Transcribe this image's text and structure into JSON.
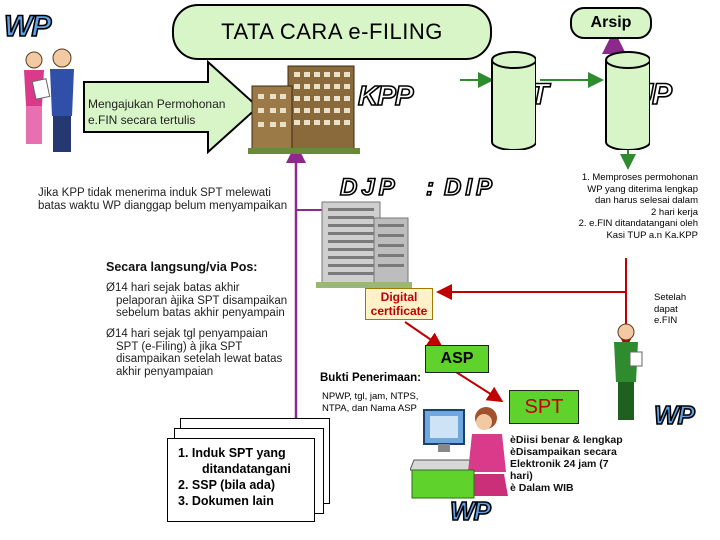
{
  "title": "TATA CARA e-FILING",
  "arsip": "Arsip",
  "stamps": {
    "wp_top": "WP",
    "kpp": "KPP",
    "tpt": "TPT",
    "tup": "TUP",
    "djp": "DJP",
    "dip": "DIP",
    "wp_right": "WP",
    "wp_bottom": "WP"
  },
  "arrow_text": [
    "Mengajukan Permohonan",
    "e.FIN secara tertulis"
  ],
  "note_kpp": [
    "Jika KPP tidak menerima induk SPT melewati",
    "batas waktu WP dianggap belum menyampaikan"
  ],
  "process_steps": [
    [
      "1.  Memproses permohonan",
      "WP yang  diterima lengkap",
      "dan harus selesai dalam",
      "2 hari kerja"
    ],
    [
      "2. e.FIN ditandatangani oleh",
      "Kasi TUP a.n Ka.KPP"
    ]
  ],
  "secara_title": "Secara langsung/via Pos:",
  "secara_items": [
    [
      "Ø14 hari sejak batas akhir",
      "pelaporan àjika SPT disampaikan",
      "sebelum batas akhir penyampain"
    ],
    [
      "Ø14 hari sejak tgl penyampaian",
      "SPT (e-Filing) à jika SPT",
      "disampaikan setelah lewat batas",
      "akhir penyampaian"
    ]
  ],
  "digital_certificate": [
    "Digital",
    "certificate"
  ],
  "setelah": [
    "Setelah",
    "dapat",
    "e.FIN"
  ],
  "asp": "ASP",
  "bukti_title": "Bukti Penerimaan:",
  "bukti_detail": [
    "NPWP, tgl, jam, NTPS,",
    "NTPA, dan Nama ASP"
  ],
  "spt": "SPT",
  "spt_notes": [
    "èDiisi benar & lengkap",
    "èDisampaikan secara",
    "Elektronik 24 jam (7",
    "hari)",
    "è Dalam WIB"
  ],
  "documents": [
    "1. Induk SPT yang",
    "ditandatangani",
    "2. SSP (bila ada)",
    "3. Dokumen lain"
  ],
  "colors": {
    "title_fill": "#d8f5c8",
    "arrow_fill": "#d8f5c8",
    "flow_green": "#2e8b2e",
    "flow_purple": "#8b2a8b",
    "flow_red": "#c00000",
    "box_green": "#5fd32c",
    "cylinder_fill": "#d8f5c8",
    "stamp_blue": "#5fa2e8"
  },
  "icons": [
    "person-couple-icon",
    "office-building-icon",
    "tall-building-icon",
    "database-cylinder-icon",
    "woman-at-computer-icon",
    "document-stack-icon"
  ]
}
